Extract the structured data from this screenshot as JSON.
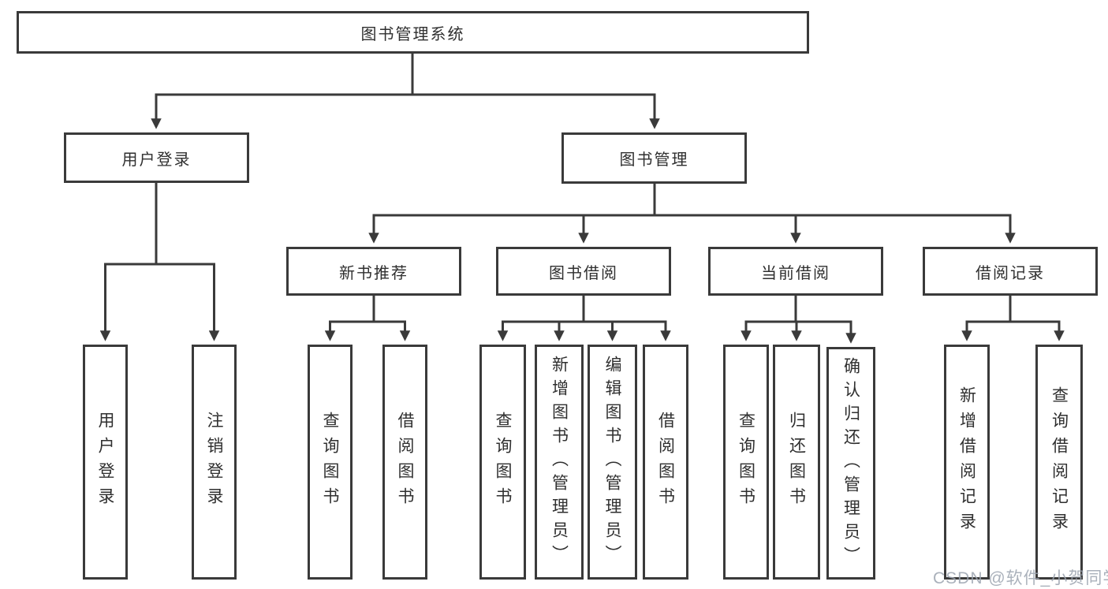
{
  "diagram": {
    "root": {
      "label": "图书管理系统"
    },
    "branches": [
      {
        "label": "用户登录",
        "children": [
          {
            "label": "用户登录"
          },
          {
            "label": "注销登录"
          }
        ]
      },
      {
        "label": "图书管理",
        "groups": [
          {
            "label": "新书推荐",
            "children": [
              {
                "label": "查询图书"
              },
              {
                "label": "借阅图书"
              }
            ]
          },
          {
            "label": "图书借阅",
            "children": [
              {
                "label": "查询图书"
              },
              {
                "label": "新增图书（管理员）"
              },
              {
                "label": "编辑图书（管理员）"
              },
              {
                "label": "借阅图书"
              }
            ]
          },
          {
            "label": "当前借阅",
            "children": [
              {
                "label": "查询图书"
              },
              {
                "label": "归还图书"
              },
              {
                "label": "确认归还（管理员）"
              }
            ]
          },
          {
            "label": "借阅记录",
            "children": [
              {
                "label": "新增借阅记录"
              },
              {
                "label": "查询借阅记录"
              }
            ]
          }
        ]
      }
    ]
  },
  "watermark": {
    "text": "CSDN @软件_小贺同学"
  },
  "colors": {
    "line": "#3a3a3a",
    "box_border": "#3a3a3a",
    "text": "#2f2f2f",
    "watermark": "#9ba3af",
    "background": "#ffffff"
  }
}
